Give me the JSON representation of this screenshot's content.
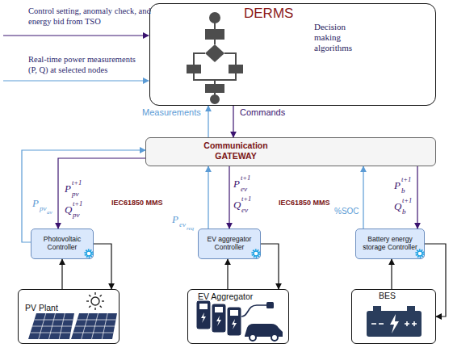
{
  "diagram": {
    "nodes": [
      {
        "text": [
          "DERMS",
          "Decision making algorithms"
        ]
      },
      {
        "text": [
          "Communication GATEWAY"
        ]
      },
      {
        "text": [
          "Photovoltaic Controller"
        ]
      },
      {
        "text": [
          "EV aggregator Controller"
        ]
      },
      {
        "text": [
          "Battery energy storage Controller"
        ]
      },
      {
        "text": [
          "PV Plant"
        ]
      },
      {
        "text": [
          "EV Aggregator"
        ]
      },
      {
        "text": [
          "BES"
        ]
      }
    ],
    "edges": [
      {
        "from": 1,
        "to": 0,
        "arrow": "to",
        "label": "Measurements"
      },
      {
        "from": 0,
        "to": 1,
        "arrow": "to",
        "label": "Commands"
      },
      {
        "from": 2,
        "to": 1,
        "arrow": "to"
      },
      {
        "from": 1,
        "to": 2,
        "arrow": "to"
      },
      {
        "from": 3,
        "to": 1,
        "arrow": "to"
      },
      {
        "from": 1,
        "to": 3,
        "arrow": "to"
      },
      {
        "from": 4,
        "to": 1,
        "arrow": "to"
      },
      {
        "from": 1,
        "to": 4,
        "arrow": "to"
      },
      {
        "from": 5,
        "to": 2,
        "arrow": "to"
      },
      {
        "from": 2,
        "to": 5,
        "arrow": "to"
      },
      {
        "from": 6,
        "to": 3,
        "arrow": "to"
      },
      {
        "from": 3,
        "to": 6,
        "arrow": "to"
      },
      {
        "from": 7,
        "to": 4,
        "arrow": "to"
      },
      {
        "from": 4,
        "to": 7,
        "arrow": "to"
      }
    ],
    "labels": [
      "Control setting, anomaly check, and energy bid from TSO",
      "Real-time power measurements (P, Q) at selected nodes",
      "P",
      "pv",
      "av",
      "P",
      "pv",
      "t+1",
      "Q",
      "pv",
      "t+1",
      "IEC61850 MMS",
      "P",
      "ev",
      "req",
      "P",
      "ev",
      "t+1",
      "Q",
      "ev",
      "t+1",
      "IEC61850 MMS",
      "%SOC",
      "P",
      "b",
      "t+1",
      "Q",
      "b",
      "t+1"
    ]
  }
}
